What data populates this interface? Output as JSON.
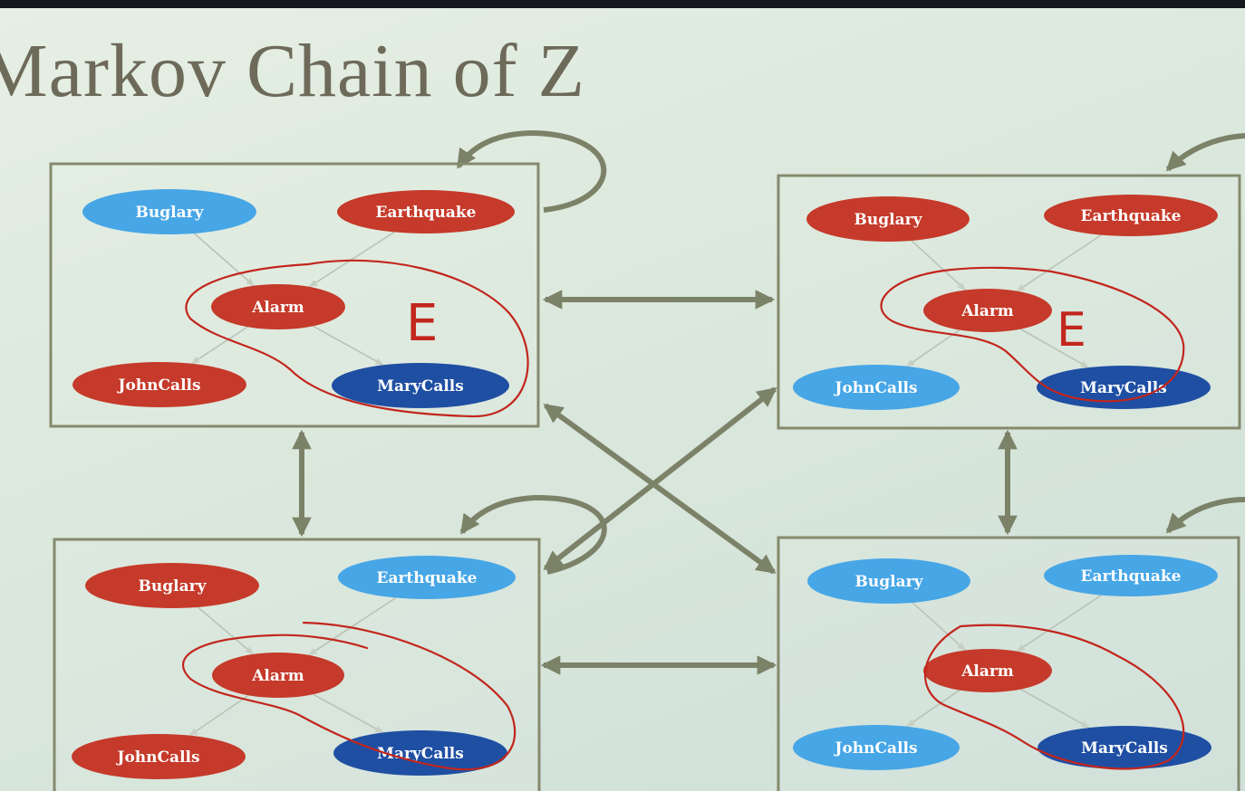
{
  "slide": {
    "title": "Markov Chain of Z"
  },
  "colors": {
    "red": "#c53a2a",
    "light_blue": "#47a6e6",
    "dark_blue": "#1f4fa3",
    "arrow": "#7c8268",
    "ink": "#c2261d"
  },
  "panels": [
    {
      "id": "top-left",
      "evidence_mark": "E",
      "nodes": [
        {
          "key": "burglary",
          "label": "Buglary",
          "color": "light_blue"
        },
        {
          "key": "earthquake",
          "label": "Earthquake",
          "color": "red"
        },
        {
          "key": "alarm",
          "label": "Alarm",
          "color": "red"
        },
        {
          "key": "johncalls",
          "label": "JohnCalls",
          "color": "red"
        },
        {
          "key": "marycalls",
          "label": "MaryCalls",
          "color": "dark_blue"
        }
      ]
    },
    {
      "id": "top-right",
      "evidence_mark": "E",
      "nodes": [
        {
          "key": "burglary",
          "label": "Buglary",
          "color": "red"
        },
        {
          "key": "earthquake",
          "label": "Earthquake",
          "color": "red"
        },
        {
          "key": "alarm",
          "label": "Alarm",
          "color": "red"
        },
        {
          "key": "johncalls",
          "label": "JohnCalls",
          "color": "light_blue"
        },
        {
          "key": "marycalls",
          "label": "MaryCalls",
          "color": "dark_blue"
        }
      ]
    },
    {
      "id": "bottom-left",
      "evidence_mark": "",
      "nodes": [
        {
          "key": "burglary",
          "label": "Buglary",
          "color": "red"
        },
        {
          "key": "earthquake",
          "label": "Earthquake",
          "color": "light_blue"
        },
        {
          "key": "alarm",
          "label": "Alarm",
          "color": "red"
        },
        {
          "key": "johncalls",
          "label": "JohnCalls",
          "color": "red"
        },
        {
          "key": "marycalls",
          "label": "MaryCalls",
          "color": "dark_blue"
        }
      ]
    },
    {
      "id": "bottom-right",
      "evidence_mark": "",
      "nodes": [
        {
          "key": "burglary",
          "label": "Buglary",
          "color": "light_blue"
        },
        {
          "key": "earthquake",
          "label": "Earthquake",
          "color": "light_blue"
        },
        {
          "key": "alarm",
          "label": "Alarm",
          "color": "red"
        },
        {
          "key": "johncalls",
          "label": "JohnCalls",
          "color": "light_blue"
        },
        {
          "key": "marycalls",
          "label": "MaryCalls",
          "color": "dark_blue"
        }
      ]
    }
  ],
  "edges": [
    [
      "burglary",
      "alarm"
    ],
    [
      "earthquake",
      "alarm"
    ],
    [
      "alarm",
      "johncalls"
    ],
    [
      "alarm",
      "marycalls"
    ]
  ],
  "transitions": [
    {
      "from": "top-left",
      "to": "top-right"
    },
    {
      "from": "top-left",
      "to": "bottom-left"
    },
    {
      "from": "top-left",
      "to": "bottom-right"
    },
    {
      "from": "top-right",
      "to": "bottom-right"
    },
    {
      "from": "top-right",
      "to": "bottom-left"
    },
    {
      "from": "bottom-left",
      "to": "bottom-right"
    }
  ],
  "self_loops": [
    "top-left",
    "top-right",
    "bottom-left",
    "bottom-right"
  ]
}
